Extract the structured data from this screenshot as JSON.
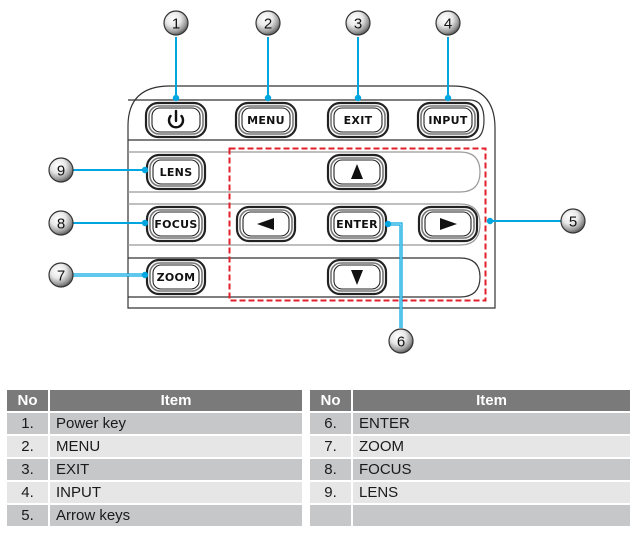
{
  "diagram": {
    "keys": {
      "power": {
        "label": "",
        "icon": "power-icon"
      },
      "menu": {
        "label": "MENU"
      },
      "exit": {
        "label": "EXIT"
      },
      "input": {
        "label": "INPUT"
      },
      "lens": {
        "label": "LENS"
      },
      "focus": {
        "label": "FOCUS"
      },
      "zoom": {
        "label": "ZOOM"
      },
      "enter": {
        "label": "ENTER"
      },
      "up": {
        "label": "▲",
        "icon": "arrow-up-icon"
      },
      "down": {
        "label": "▼",
        "icon": "arrow-down-icon"
      },
      "left": {
        "label": "◀",
        "icon": "arrow-left-icon"
      },
      "right": {
        "label": "▶",
        "icon": "arrow-right-icon"
      }
    },
    "callouts": [
      "1",
      "2",
      "3",
      "4",
      "5",
      "6",
      "7",
      "8",
      "9"
    ],
    "colors": {
      "callout_line": "#00a6e0",
      "highlight_box": "#e0202a",
      "panel_outline": "#222222"
    }
  },
  "tables": {
    "left": {
      "headers": {
        "no": "No",
        "item": "Item"
      },
      "rows": [
        {
          "no": "1.",
          "item": "Power key"
        },
        {
          "no": "2.",
          "item": "MENU"
        },
        {
          "no": "3.",
          "item": "EXIT"
        },
        {
          "no": "4.",
          "item": "INPUT"
        },
        {
          "no": "5.",
          "item": "Arrow keys"
        }
      ]
    },
    "right": {
      "headers": {
        "no": "No",
        "item": "Item"
      },
      "rows": [
        {
          "no": "6.",
          "item": "ENTER"
        },
        {
          "no": "7.",
          "item": "ZOOM"
        },
        {
          "no": "8.",
          "item": "FOCUS"
        },
        {
          "no": "9.",
          "item": "LENS"
        },
        {
          "no": "",
          "item": ""
        }
      ]
    }
  }
}
